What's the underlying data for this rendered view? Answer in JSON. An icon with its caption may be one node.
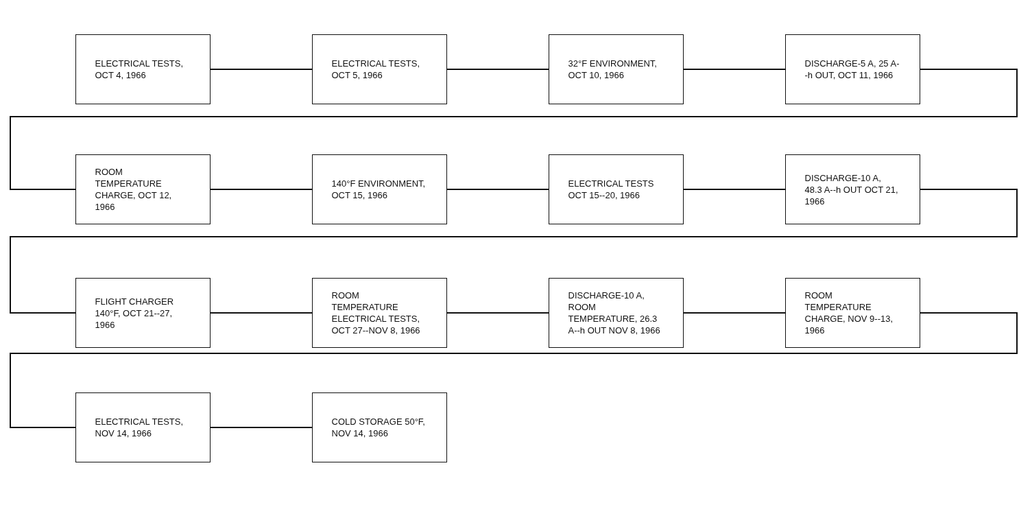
{
  "diagram": {
    "nodes": [
      {
        "text": [
          "ELECTRICAL TESTS, OCT 4, 1966"
        ]
      },
      {
        "text": [
          "ELECTRICAL TESTS, OCT 5, 1966"
        ]
      },
      {
        "text": [
          "32°F ENVIRONMENT, OCT 10, 1966"
        ]
      },
      {
        "text": [
          "DISCHARGE-5 A, 25 A--h OUT, OCT 11, 1966"
        ]
      },
      {
        "text": [
          "ROOM TEMPERATURE CHARGE, OCT 12, 1966"
        ]
      },
      {
        "text": [
          "140°F ENVIRONMENT, OCT 15, 1966"
        ]
      },
      {
        "text": [
          "ELECTRICAL TESTS OCT 15--20, 1966"
        ]
      },
      {
        "text": [
          "DISCHARGE-10 A, 48.3 A--h OUT OCT 21, 1966"
        ]
      },
      {
        "text": [
          "FLIGHT CHARGER 140°F, OCT 21--27, 1966"
        ]
      },
      {
        "text": [
          "ROOM TEMPERATURE ELECTRICAL TESTS, OCT 27--NOV 8, 1966"
        ]
      },
      {
        "text": [
          "DISCHARGE-10 A, ROOM TEMPERATURE, 26.3 A--h OUT NOV 8, 1966"
        ]
      },
      {
        "text": [
          "ROOM TEMPERATURE CHARGE, NOV 9--13, 1966"
        ]
      },
      {
        "text": [
          "ELECTRICAL TESTS, NOV 14, 1966"
        ]
      },
      {
        "text": [
          "COLD STORAGE 50°F, NOV 14, 1966"
        ]
      }
    ],
    "edges": [
      {
        "from": 0,
        "to": 1,
        "arrow": "none"
      },
      {
        "from": 1,
        "to": 2,
        "arrow": "none"
      },
      {
        "from": 2,
        "to": 3,
        "arrow": "none"
      },
      {
        "from": 3,
        "to": 4,
        "arrow": "none"
      },
      {
        "from": 4,
        "to": 5,
        "arrow": "none"
      },
      {
        "from": 5,
        "to": 6,
        "arrow": "none"
      },
      {
        "from": 6,
        "to": 7,
        "arrow": "none"
      },
      {
        "from": 7,
        "to": 8,
        "arrow": "none"
      },
      {
        "from": 8,
        "to": 9,
        "arrow": "none"
      },
      {
        "from": 9,
        "to": 10,
        "arrow": "none"
      },
      {
        "from": 10,
        "to": 11,
        "arrow": "none"
      },
      {
        "from": 11,
        "to": 12,
        "arrow": "none"
      },
      {
        "from": 12,
        "to": 13,
        "arrow": "none"
      }
    ]
  }
}
